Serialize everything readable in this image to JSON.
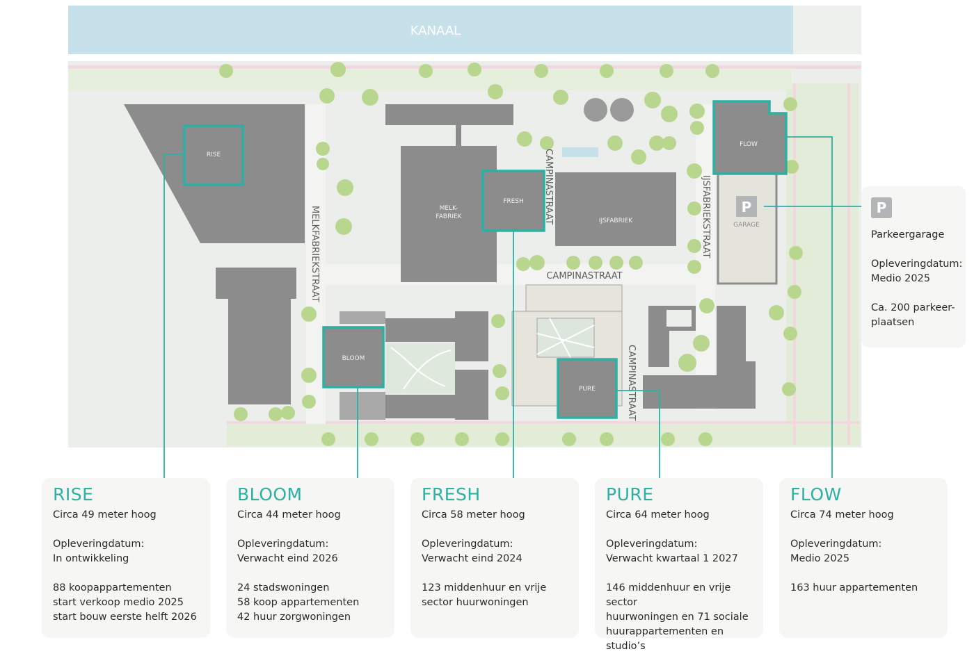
{
  "map": {
    "canal_label": "KANAAL",
    "streets": {
      "melkfabriekstraat": "MELKFABRIEKSTRAAT",
      "campinastraat_north": "CAMPINASTRAAT",
      "campinastraat_center": "CAMPINASTRAAT",
      "campinastraat_south": "CAMPINASTRAAT",
      "ijsfabriekstraat": "IJSFABRIEKSTRAAT"
    },
    "buildings": {
      "rise": "RISE",
      "bloom": "BLOOM",
      "fresh": "FRESH",
      "pure": "PURE",
      "flow": "FLOW",
      "melkfabriek_line1": "MELK-",
      "melkfabriek_line2": "FABRIEK",
      "ijsfabriek": "IJSFABRIEK",
      "garage": "GARAGE",
      "garage_sign": "P"
    },
    "colors": {
      "accent": "#2bb0a4",
      "water": "#c7e1ea",
      "building": "#8c8c8c",
      "tree": "#b9d68f"
    }
  },
  "parking": {
    "icon": "P",
    "title": "Parkeergarage",
    "delivery_label": "Opleveringdatum:",
    "delivery_value": "Medio 2025",
    "capacity": "Ca. 200 parkeer-\nplaatsen"
  },
  "cards": [
    {
      "title": "RISE",
      "height": "Circa 49 meter hoog",
      "delivery_label": "Opleveringdatum:",
      "delivery_value": "In ontwikkeling",
      "details": "88 koopappartementen\nstart verkoop medio 2025\nstart bouw eerste helft 2026"
    },
    {
      "title": "BLOOM",
      "height": "Circa 44 meter hoog",
      "delivery_label": "Opleveringdatum:",
      "delivery_value": "Verwacht eind 2026",
      "details": "24 stadswoningen\n58 koop appartementen\n42 huur zorgwoningen"
    },
    {
      "title": "FRESH",
      "height": "Circa 58 meter hoog",
      "delivery_label": "Opleveringdatum:",
      "delivery_value": "Verwacht eind 2024",
      "details": "123 middenhuur en vrije\nsector huurwoningen"
    },
    {
      "title": "PURE",
      "height": "Circa 64 meter hoog",
      "delivery_label": "Opleveringdatum:",
      "delivery_value": "Verwacht kwartaal 1 2027",
      "details": "146 middenhuur en vrije sector\nhuurwoningen en 71 sociale\nhuurappartementen en studio’s"
    },
    {
      "title": "FLOW",
      "height": "Circa 74 meter hoog",
      "delivery_label": "Opleveringdatum:",
      "delivery_value": "Medio 2025",
      "details": "163 huur appartementen"
    }
  ]
}
